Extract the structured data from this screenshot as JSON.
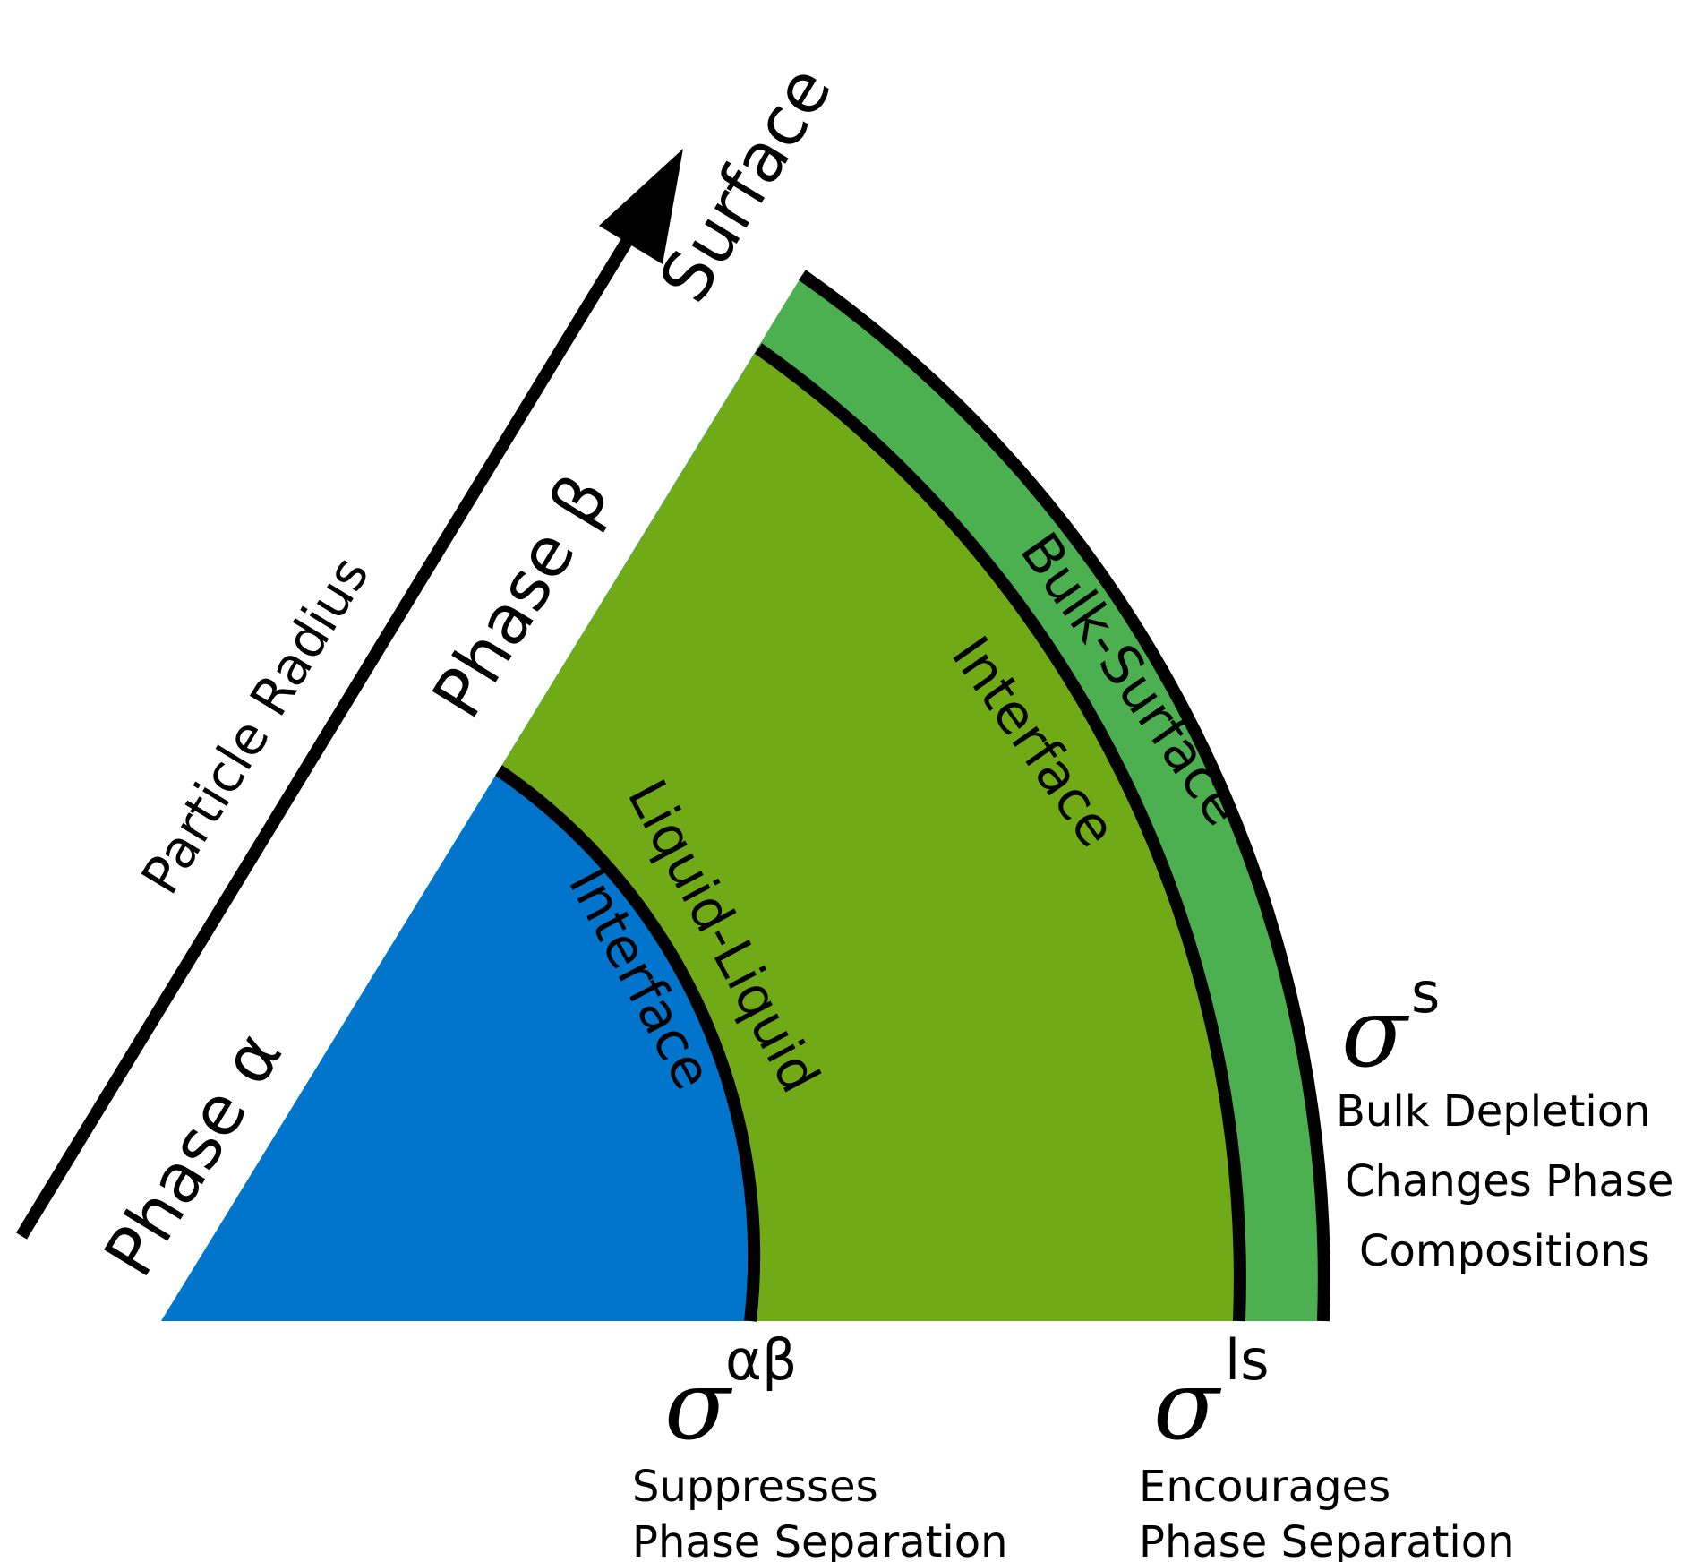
{
  "colors": {
    "phase_alpha": "#0174cc",
    "phase_beta": "#70ab17",
    "surface_layer": "#4caf50",
    "lines": "#000000"
  },
  "axis": {
    "label": "Particle Radius"
  },
  "phases": {
    "alpha": "Phase α",
    "beta": "Phase β",
    "surface": "Surface"
  },
  "regions": {
    "liquid_liquid_line1": "Liquid-Liquid",
    "liquid_liquid_line2": "Interface",
    "bulk_surface_line1": "Bulk-Surface",
    "bulk_surface_line2": "Interface"
  },
  "tensions": {
    "alpha_beta": {
      "symbol": "σ",
      "superscript": "αβ",
      "desc_line1": "Suppresses",
      "desc_line2": "Phase Separation"
    },
    "ls": {
      "symbol": "σ",
      "superscript": "ls",
      "desc_line1": "Encourages",
      "desc_line2": "Phase Separation"
    },
    "s": {
      "symbol": "σ",
      "superscript": "s",
      "desc_line1": "Bulk Depletion",
      "desc_line2": "Changes Phase",
      "desc_line3": "Compositions"
    }
  }
}
